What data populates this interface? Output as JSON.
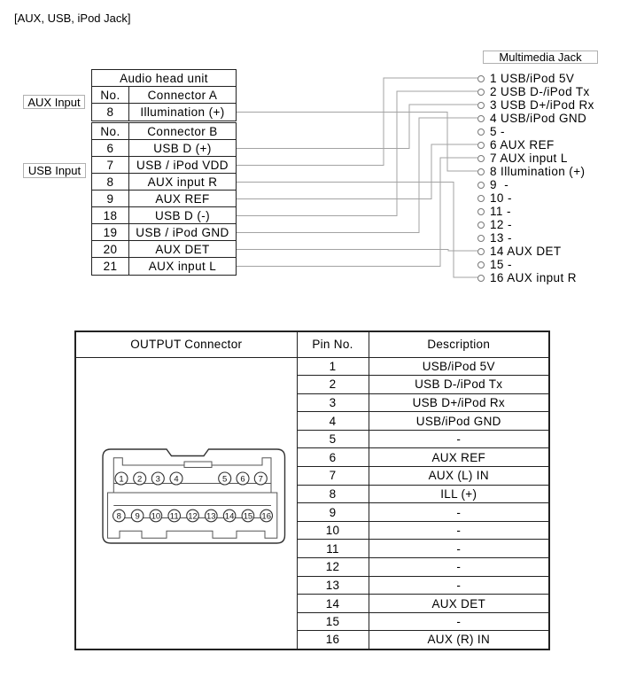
{
  "title": "[AUX, USB, iPod Jack]",
  "labels": {
    "aux_input": "AUX Input",
    "usb_input": "USB Input",
    "multimedia_jack": "Multimedia Jack"
  },
  "head_unit": {
    "title": "Audio head unit",
    "col_no": "No.",
    "connector_a": {
      "name": "Connector A",
      "rows": [
        {
          "no": "8",
          "name": "Illumination (+)"
        }
      ]
    },
    "connector_b": {
      "name": "Connector B",
      "rows": [
        {
          "no": "6",
          "name": "USB D (+)"
        },
        {
          "no": "7",
          "name": "USB / iPod VDD"
        },
        {
          "no": "8",
          "name": "AUX input R"
        },
        {
          "no": "9",
          "name": "AUX REF"
        },
        {
          "no": "18",
          "name": "USB D (-)"
        },
        {
          "no": "19",
          "name": "USB / iPod GND"
        },
        {
          "no": "20",
          "name": "AUX DET"
        },
        {
          "no": "21",
          "name": "AUX input L"
        }
      ]
    }
  },
  "jack": {
    "pins": [
      "1 USB/iPod 5V",
      "2 USB D-/iPod Tx",
      "3 USB D+/iPod Rx",
      "4 USB/iPod GND",
      "5 -",
      "6 AUX REF",
      "7 AUX input L",
      "8 Illumination (+)",
      "9  -",
      "10 -",
      "11 -",
      "12 -",
      "13 -",
      "14 AUX DET",
      "15 -",
      "16 AUX input R"
    ]
  },
  "output_table": {
    "headers": {
      "connector": "OUTPUT Connector",
      "pin": "Pin No.",
      "desc": "Description"
    },
    "rows": [
      {
        "pin": "1",
        "desc": "USB/iPod 5V"
      },
      {
        "pin": "2",
        "desc": "USB D-/iPod Tx"
      },
      {
        "pin": "3",
        "desc": "USB D+/iPod Rx"
      },
      {
        "pin": "4",
        "desc": "USB/iPod GND"
      },
      {
        "pin": "5",
        "desc": "-"
      },
      {
        "pin": "6",
        "desc": "AUX REF"
      },
      {
        "pin": "7",
        "desc": "AUX (L) IN"
      },
      {
        "pin": "8",
        "desc": "ILL (+)"
      },
      {
        "pin": "9",
        "desc": "-"
      },
      {
        "pin": "10",
        "desc": "-"
      },
      {
        "pin": "11",
        "desc": "-"
      },
      {
        "pin": "12",
        "desc": "-"
      },
      {
        "pin": "13",
        "desc": "-"
      },
      {
        "pin": "14",
        "desc": "AUX DET"
      },
      {
        "pin": "15",
        "desc": "-"
      },
      {
        "pin": "16",
        "desc": "AUX (R) IN"
      }
    ],
    "connector_pins_top": [
      "1",
      "2",
      "3",
      "4",
      "5",
      "6",
      "7"
    ],
    "connector_pins_bottom": [
      "8",
      "9",
      "10",
      "11",
      "12",
      "13",
      "14",
      "15",
      "16"
    ]
  },
  "colors": {
    "wire": "#a3a3a3",
    "border": "#222222"
  }
}
